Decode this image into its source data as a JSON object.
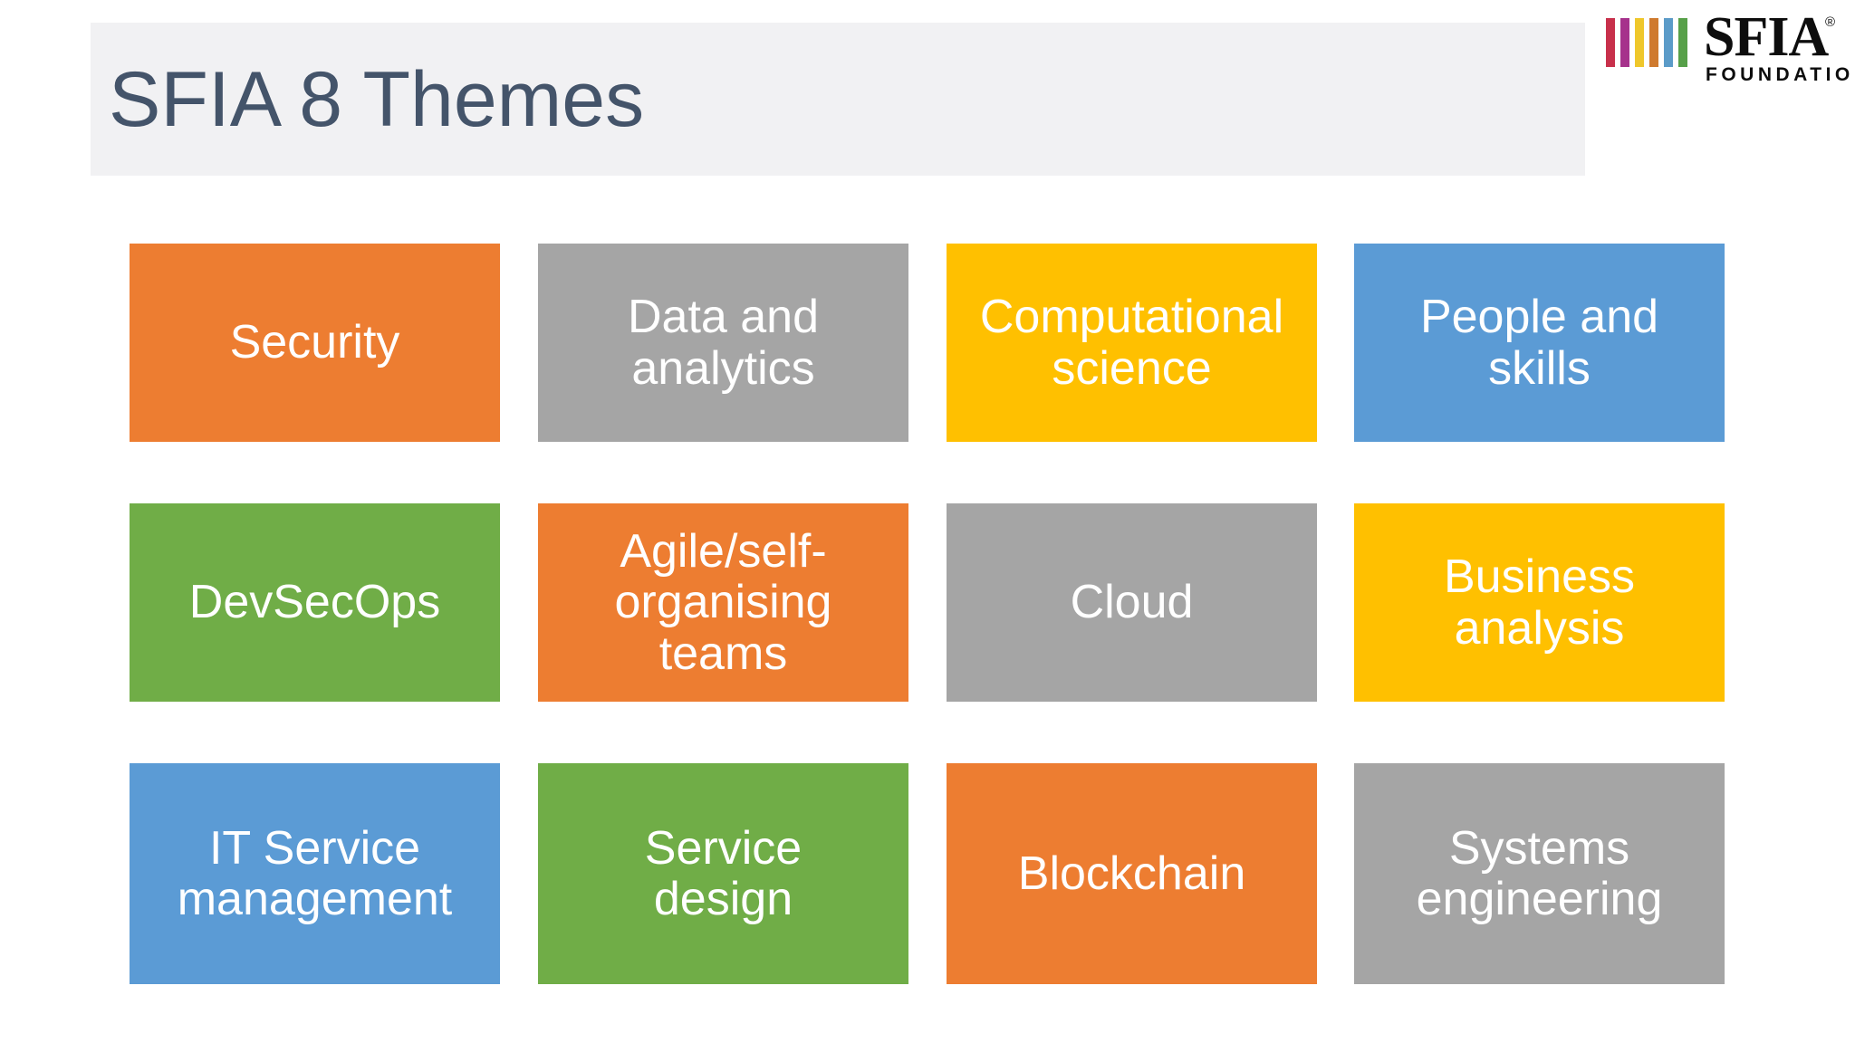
{
  "slide": {
    "title": "SFIA 8 Themes",
    "title_color": "#44546A",
    "banner_color": "#F1F1F3",
    "background_color": "#FFFFFF"
  },
  "logo": {
    "wordmark": "SFIA",
    "registered_mark": "®",
    "subtitle": "FOUNDATION",
    "bar_colors": [
      "#C8304B",
      "#A6328C",
      "#EFC72B",
      "#CF7A2E",
      "#5B9BC8",
      "#57A049"
    ]
  },
  "palette": {
    "orange": "#ED7D31",
    "gray": "#A5A5A5",
    "yellow": "#FFC000",
    "blue": "#5B9BD5",
    "green": "#70AD47",
    "text_on_tile": "#FFFFFF"
  },
  "themes": [
    {
      "label": "Security",
      "color": "#ED7D31",
      "color_name": "orange",
      "row": 0,
      "col": 0
    },
    {
      "label": "Data and\nanalytics",
      "color": "#A5A5A5",
      "color_name": "gray",
      "row": 0,
      "col": 1
    },
    {
      "label": "Computational\nscience",
      "color": "#FFC000",
      "color_name": "yellow",
      "row": 0,
      "col": 2
    },
    {
      "label": "People and\nskills",
      "color": "#5B9BD5",
      "color_name": "blue",
      "row": 0,
      "col": 3
    },
    {
      "label": "DevSecOps",
      "color": "#70AD47",
      "color_name": "green",
      "row": 1,
      "col": 0
    },
    {
      "label": "Agile/self-\norganising\nteams",
      "color": "#ED7D31",
      "color_name": "orange",
      "row": 1,
      "col": 1
    },
    {
      "label": "Cloud",
      "color": "#A5A5A5",
      "color_name": "gray",
      "row": 1,
      "col": 2
    },
    {
      "label": "Business\nanalysis",
      "color": "#FFC000",
      "color_name": "yellow",
      "row": 1,
      "col": 3
    },
    {
      "label": "IT Service\nmanagement",
      "color": "#5B9BD5",
      "color_name": "blue",
      "row": 2,
      "col": 0
    },
    {
      "label": "Service\ndesign",
      "color": "#70AD47",
      "color_name": "green",
      "row": 2,
      "col": 1
    },
    {
      "label": "Blockchain",
      "color": "#ED7D31",
      "color_name": "orange",
      "row": 2,
      "col": 2
    },
    {
      "label": "Systems\nengineering",
      "color": "#A5A5A5",
      "color_name": "gray",
      "row": 2,
      "col": 3
    }
  ]
}
